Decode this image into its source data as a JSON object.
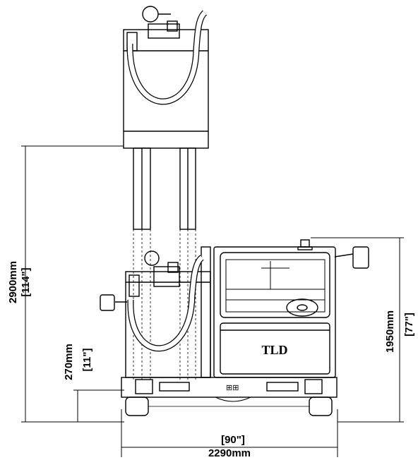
{
  "dimensions": {
    "height_total_mm": "2900mm",
    "height_total_in": "[114\"]",
    "lift_height_mm": "270mm",
    "lift_height_in": "[11\"]",
    "cab_height_mm": "1950mm",
    "cab_height_in": "[77\"]",
    "width_in": "[90\"]",
    "width_mm": "2290mm"
  },
  "colors": {
    "line": "#000000",
    "background": "#ffffff",
    "shade": "#d9d9d9"
  },
  "logo_text": "TLD"
}
